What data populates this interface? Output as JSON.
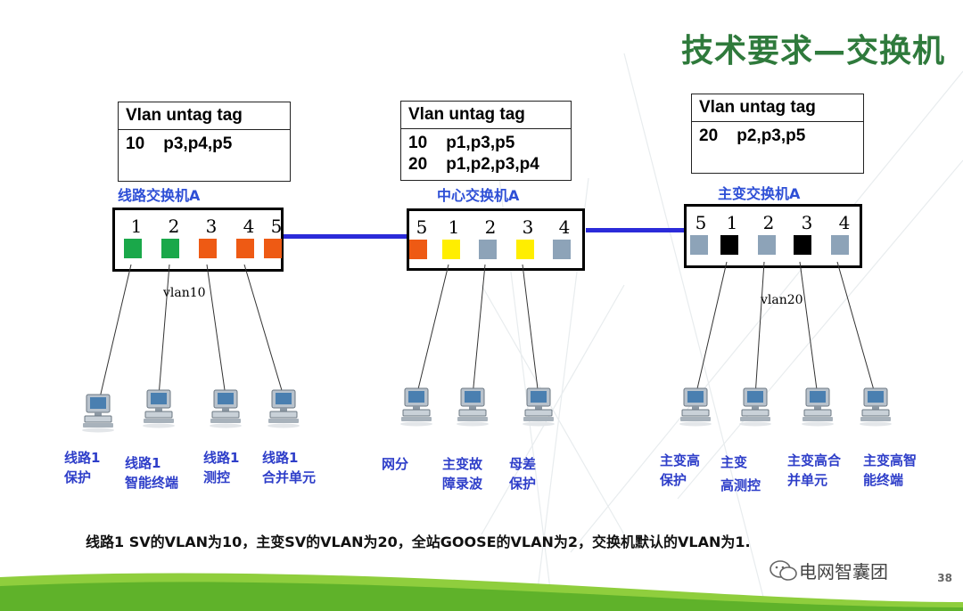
{
  "title": "技术要求—交换机",
  "switches": [
    {
      "label": "线路交换机A",
      "table": {
        "header": "Vlan  untag tag",
        "rows": [
          "10    p3,p4,p5"
        ]
      },
      "ports": [
        {
          "num": "1",
          "color": "#1aa84a"
        },
        {
          "num": "2",
          "color": "#1aa84a"
        },
        {
          "num": "3",
          "color": "#ee5a14"
        },
        {
          "num": "4",
          "color": "#ee5a14"
        },
        {
          "num": "5",
          "color": "#ee5a14"
        }
      ],
      "vlan_note": "vlan10"
    },
    {
      "label": "中心交换机A",
      "table": {
        "header": "Vlan  untag tag",
        "rows": [
          "10    p1,p3,p5",
          "20    p1,p2,p3,p4"
        ]
      },
      "ports": [
        {
          "num": "5",
          "color": "#ee5a14"
        },
        {
          "num": "1",
          "color": "#ffee00"
        },
        {
          "num": "2",
          "color": "#8da3b8"
        },
        {
          "num": "3",
          "color": "#ffee00"
        },
        {
          "num": "4",
          "color": "#8da3b8"
        }
      ]
    },
    {
      "label": "主变交换机A",
      "table": {
        "header": "Vlan  untag tag",
        "rows": [
          "20    p2,p3,p5"
        ]
      },
      "ports": [
        {
          "num": "5",
          "color": "#8da3b8"
        },
        {
          "num": "1",
          "color": "#000000"
        },
        {
          "num": "2",
          "color": "#8da3b8"
        },
        {
          "num": "3",
          "color": "#000000"
        },
        {
          "num": "4",
          "color": "#8da3b8"
        }
      ],
      "vlan_note": "vlan20"
    }
  ],
  "devices": [
    {
      "lines": [
        "线路1",
        "保护"
      ]
    },
    {
      "lines": [
        "线路1",
        "智能终端"
      ]
    },
    {
      "lines": [
        "线路1",
        "测控"
      ]
    },
    {
      "lines": [
        "线路1",
        "合并单元"
      ]
    },
    {
      "lines": [
        "网分"
      ]
    },
    {
      "lines": [
        "主变故",
        "障录波"
      ]
    },
    {
      "lines": [
        "母差",
        "保护"
      ]
    },
    {
      "lines": [
        "主变高",
        "保护"
      ]
    },
    {
      "lines": [
        "主变",
        "高测控"
      ]
    },
    {
      "lines": [
        "主变高合",
        "并单元"
      ]
    },
    {
      "lines": [
        "主变高智",
        "能终端"
      ]
    }
  ],
  "footer": "线路1 SV的VLAN为10，主变SV的VLAN为20，全站GOOSE的VLAN为2，交换机默认的VLAN为1.",
  "watermark": "电网智囊团",
  "page_number": "38",
  "colors": {
    "title": "#2f7a3c",
    "label_blue": "#2e4fd6",
    "trunk": "#2b2bd9"
  }
}
